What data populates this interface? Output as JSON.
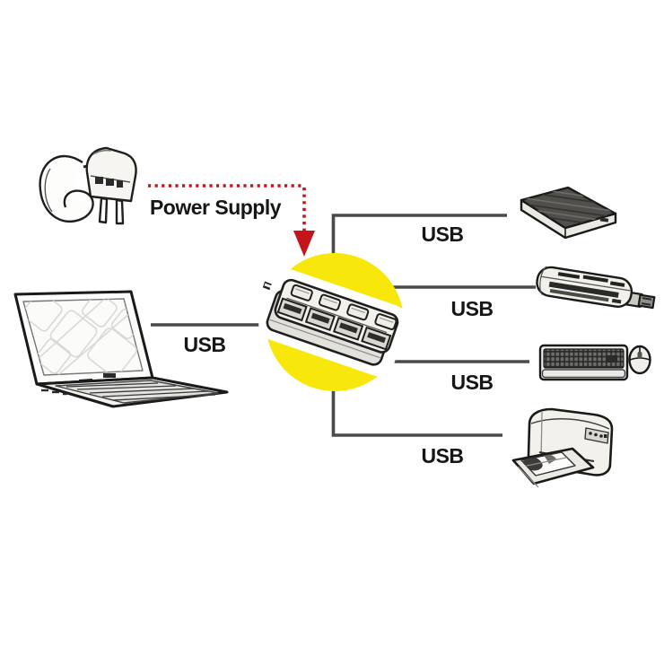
{
  "colors": {
    "background": "#ffffff",
    "connector_line": "#4a4a4a",
    "highlight_circle": "#f8e70a",
    "arrow_red": "#c4151c",
    "text": "#161616"
  },
  "diagram": {
    "power_supply_label": "Power Supply",
    "hub": {
      "name": "4-port-usb-hub"
    },
    "connections": [
      {
        "device": "laptop",
        "label": "USB"
      },
      {
        "device": "external-drive",
        "label": "USB"
      },
      {
        "device": "card-reader",
        "label": "USB"
      },
      {
        "device": "keyboard-mouse",
        "label": "USB"
      },
      {
        "device": "printer",
        "label": "USB"
      }
    ]
  }
}
